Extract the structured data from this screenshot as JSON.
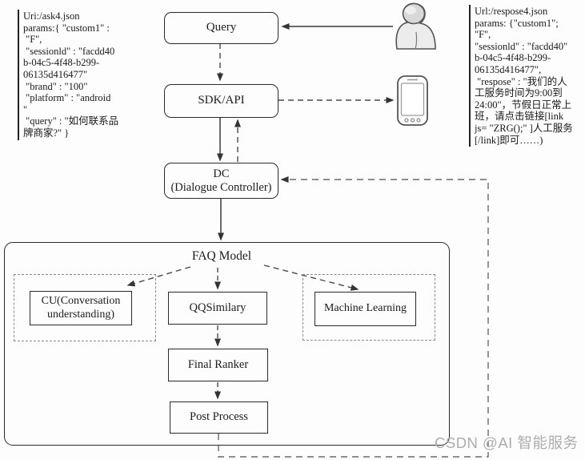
{
  "left_note": {
    "text": "Uri:/ask4.json\nparams:{ \"custom1\" :\n \"F\",\n \"sessionld\" : \"facdd40\nb-04c5-4f48-b299-\n06135d416477\"\n \"brand\" : \"100\"\n \"platform\" : \"android\n\"\n \"query\" : \"如何联系品\n牌商家?\" }"
  },
  "right_note": {
    "text": "Url:/respose4.json\nparams: {\"custom1\";\n\"F\",\n\"sessionld\" : \"facdd40\"\nb-04c5-4f48-b299-\n06135d416477\",\n \"respose\" : \"我们的人\n工服务时间为9:00到\n24:00\"，节假日正常上\n班，请点击链接[link\njs= \"ZRG();\" ]人工服务\n[/link]即可……)"
  },
  "diagram": {
    "query": "Query",
    "sdk_api": "SDK/API",
    "dc": "DC\n(Dialogue Controller)",
    "faq_model": "FAQ Model",
    "cu": "CU(Conversation understanding)",
    "qq_similary": "QQSimilary",
    "machine_learning": "Machine Learning",
    "final_ranker": "Final Ranker",
    "post_process": "Post Process"
  },
  "icons": {
    "user": "user-icon",
    "phone": "smartphone-icon"
  },
  "watermark": "CSDN @AI 智能服务",
  "colors": {
    "solid_line": "#3a3a3a",
    "dashed_line": "#5a5a5a",
    "container_dash": "#8a8a8a",
    "box_border": "#2a2a2a",
    "watermark": "#adadad"
  }
}
